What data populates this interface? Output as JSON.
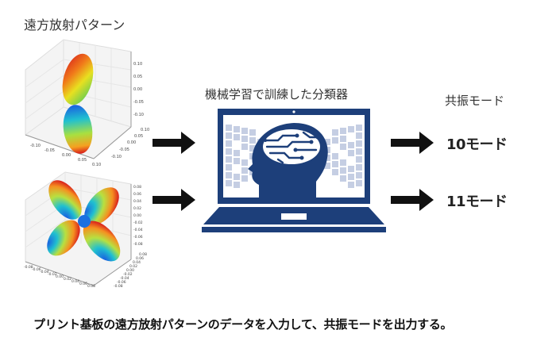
{
  "left_panel": {
    "title": "遠方放射パターン",
    "plots": [
      {
        "name": "radiation-pattern-10-mode",
        "z_ticks": [
          "0.10",
          "0.05",
          "0.00",
          "-0.05",
          "-0.10"
        ],
        "y_ticks": [
          "0.10",
          "0.05",
          "0.00",
          "-0.05",
          "-0.10"
        ],
        "x_ticks": [
          "-0.10",
          "-0.05",
          "0.00",
          "0.05",
          "0.10"
        ]
      },
      {
        "name": "radiation-pattern-11-mode",
        "z_ticks": [
          "0.08",
          "0.06",
          "0.04",
          "0.02",
          "0.00",
          "-0.02",
          "-0.04",
          "-0.06",
          "-0.08"
        ],
        "y_ticks": [
          "0.08",
          "0.06",
          "0.04",
          "0.02",
          "0.00",
          "-0.02",
          "-0.04",
          "-0.06",
          "-0.08"
        ],
        "x_ticks": [
          "-0.08",
          "-0.06",
          "-0.04",
          "-0.02",
          "0.00",
          "0.02",
          "0.04",
          "0.06",
          "0.08"
        ]
      }
    ]
  },
  "classifier": {
    "title": "機械学習で訓練した分類器",
    "color": "#1d3f7a",
    "screen_color": "#c5cee3"
  },
  "output": {
    "title": "共振モード",
    "modes": [
      "10モード",
      "11モード"
    ]
  },
  "caption": "プリント基板の遠方放射パターンのデータを入力して、共振モードを出力する。"
}
